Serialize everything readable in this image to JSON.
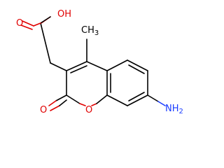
{
  "molecule": {
    "labels": {
      "hydroxyl": "OH",
      "acid_carbonyl_oxygen": "O",
      "lactone_carbonyl_oxygen": "O",
      "ring_oxygen": "O",
      "methyl": "CH",
      "methyl_subscript": "3",
      "amine": "NH",
      "amine_subscript": "2"
    },
    "colors": {
      "carbon": "#000000",
      "oxygen": "#e00000",
      "nitrogen": "#1a3cff",
      "background": "#ffffff"
    }
  }
}
